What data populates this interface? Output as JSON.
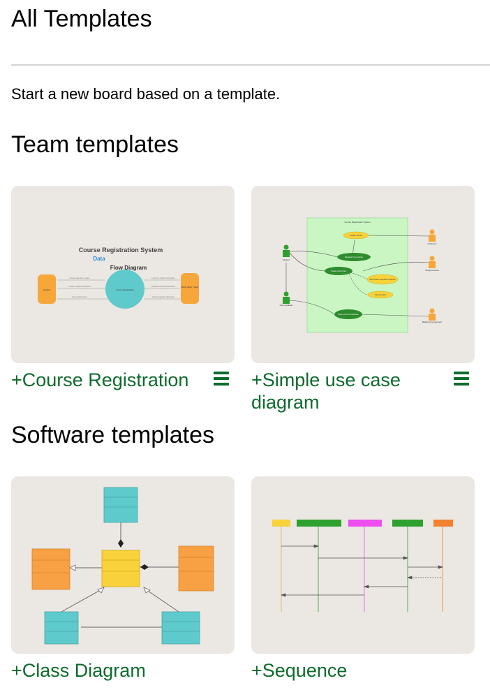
{
  "page": {
    "title": "All Templates",
    "intro": "Start a new board based on a template."
  },
  "sections": [
    {
      "title": "Team templates",
      "cards": [
        {
          "label": "+Course Registration",
          "has_menu": true,
          "preview": {
            "title": "Course Registration System",
            "subtitle_data": "Data",
            "subtitle_flow": "Flow Diagram",
            "left_node": "Student",
            "center_node": "Course Registration",
            "right_node": "Study office / other",
            "arrow_labels": [
              "Course selection request",
              "Lecture & student information",
              "Invoice, receipt information",
              "Student transcript information",
              "Course information",
              "Course capacity information"
            ]
          }
        },
        {
          "label": "+Simple use case diagram",
          "has_menu": true,
          "preview": {
            "system_title": "Course Registration System",
            "actors": [
              "Student",
              "New graduate",
              "Professor",
              "Study services",
              "Building the payment"
            ],
            "use_cases": [
              "Create course",
              "Register for a course",
              "Create study plan",
              "Add courses to personal curriculum",
              "Cancel course",
              "Book a room for workshops"
            ]
          }
        }
      ]
    },
    {
      "title": "Software templates",
      "cards": [
        {
          "label": "+Class Diagram",
          "has_menu": false
        },
        {
          "label": "+Sequence",
          "has_menu": false
        }
      ]
    }
  ],
  "colors": {
    "link": "#0e6b2d",
    "thumb_bg": "#ebe7e3",
    "orange": "#f7a63a",
    "teal": "#5fcacb",
    "yellow": "#f8d23a",
    "green": "#2ea02e",
    "magenta": "#ee4fee",
    "light_green": "#c9f6c2"
  },
  "icons": {
    "menu": "hamburger-menu-icon"
  }
}
